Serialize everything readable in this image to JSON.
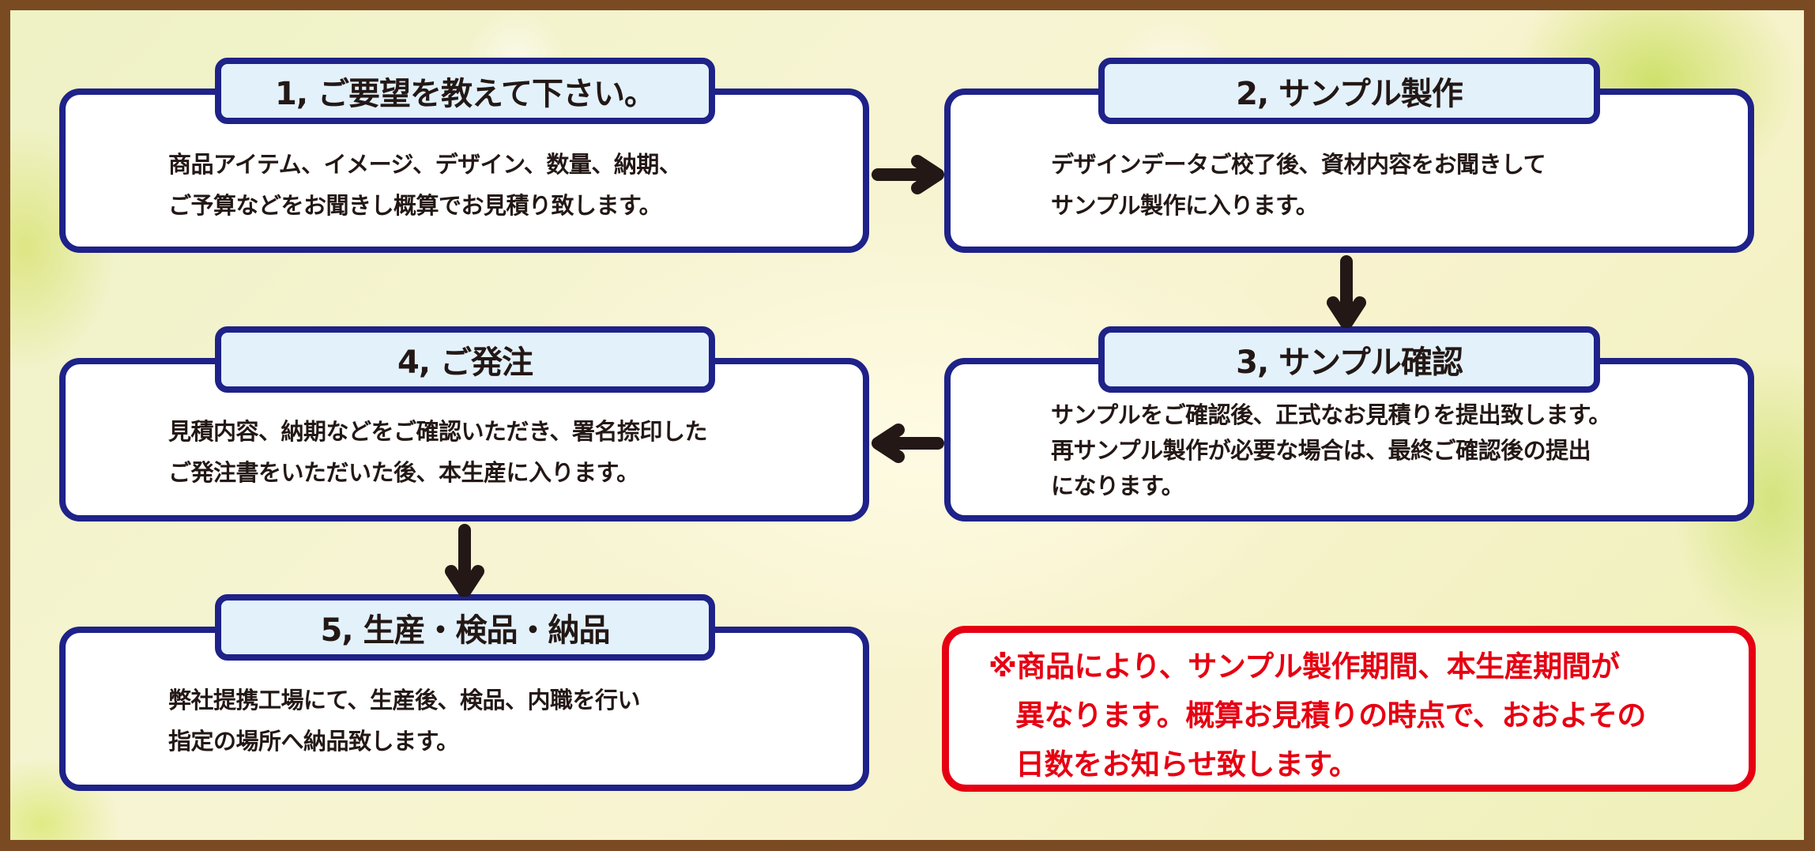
{
  "diagram": {
    "type": "process-flow",
    "colors": {
      "frame": "#7a4b22",
      "box_border": "#1e2289",
      "tab_fill": "#e3f1fb",
      "text": "#231815",
      "arrow": "#231815",
      "note": "#e60012"
    },
    "steps": [
      {
        "title": "1, ご要望を教えて下さい。",
        "lines": [
          "商品アイテム、イメージ、デザイン、数量、納期、",
          "ご予算などをお聞きし概算でお見積り致します。"
        ]
      },
      {
        "title": "2, サンプル製作",
        "lines": [
          "デザインデータご校了後、資材内容をお聞きして",
          "サンプル製作に入ります。"
        ]
      },
      {
        "title": "3, サンプル確認",
        "lines": [
          "サンプルをご確認後、正式なお見積りを提出致します。",
          "再サンプル製作が必要な場合は、最終ご確認後の提出",
          "になります。"
        ]
      },
      {
        "title": "4, ご発注",
        "lines": [
          "見積内容、納期などをご確認いただき、署名捺印した",
          "ご発注書をいただいた後、本生産に入ります。"
        ]
      },
      {
        "title": "5, 生産・検品・納品",
        "lines": [
          "弊社提携工場にて、生産後、検品、内職を行い",
          "指定の場所へ納品致します。"
        ]
      }
    ],
    "arrows": [
      {
        "from": 1,
        "to": 2,
        "direction": "right",
        "icon": "arrow-right-icon"
      },
      {
        "from": 2,
        "to": 3,
        "direction": "down",
        "icon": "arrow-down-icon"
      },
      {
        "from": 3,
        "to": 4,
        "direction": "left",
        "icon": "arrow-left-icon"
      },
      {
        "from": 4,
        "to": 5,
        "direction": "down",
        "icon": "arrow-down-icon"
      }
    ],
    "note": {
      "lines": [
        "※商品により、サンプル製作期間、本生産期間が",
        "異なります。概算お見積りの時点で、おおよその",
        "日数をお知らせ致します。"
      ]
    }
  }
}
